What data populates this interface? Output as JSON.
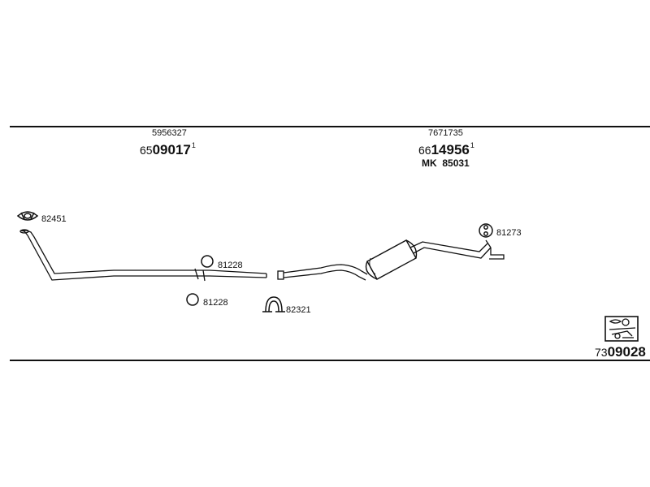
{
  "assembly_left": {
    "ref_a": "5956327",
    "code_prefix": "65",
    "code_main": "09017",
    "code_note": "1"
  },
  "assembly_right": {
    "ref_a": "7671735",
    "code_prefix": "66",
    "code_main": "14956",
    "code_note": "1",
    "kit_label": "MK",
    "kit_code": "85031"
  },
  "parts": {
    "gasket_front": "82451",
    "ring_upper": "81228",
    "ring_lower": "81228",
    "clamp": "82321",
    "rubber_mount": "81273"
  },
  "set_number": {
    "prefix": "73",
    "main": "09028"
  },
  "colors": {
    "line": "#111111",
    "background": "#ffffff"
  }
}
